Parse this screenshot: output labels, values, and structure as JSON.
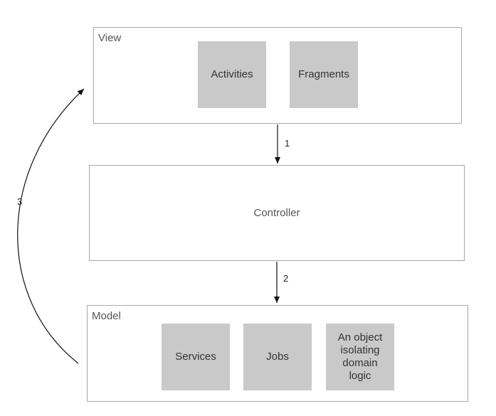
{
  "view": {
    "label": "View",
    "blocks": [
      "Activities",
      "Fragments"
    ]
  },
  "controller": {
    "label": "Controller"
  },
  "model": {
    "label": "Model",
    "blocks": [
      "Services",
      "Jobs",
      "An object isolating domain logic"
    ]
  },
  "arrows": {
    "view_to_controller": "1",
    "controller_to_model": "2",
    "model_to_view": "3"
  },
  "colors": {
    "block_fill": "#c9c9c9",
    "frame_border": "#a8a8a8"
  }
}
